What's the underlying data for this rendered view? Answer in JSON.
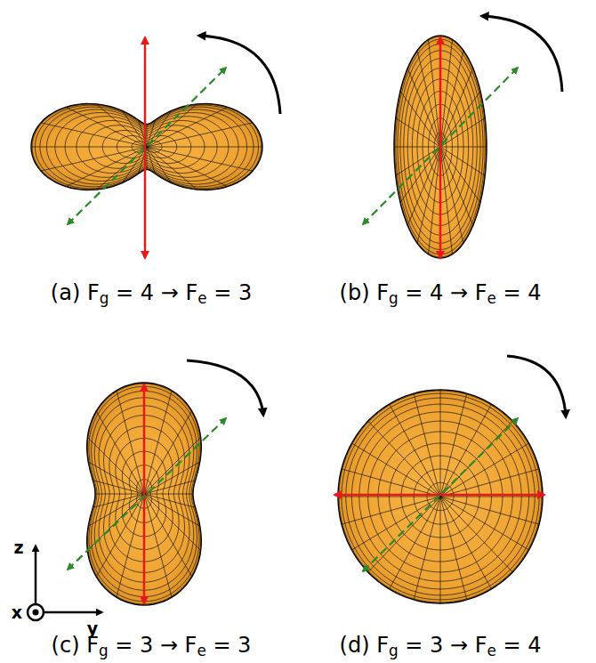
{
  "diagram": {
    "labels": [
      "(a) Fg = 4 → Fe = 3",
      "(b) Fg = 4 → Fe = 4",
      "(c) Fg = 3 → Fe = 3",
      "(d) Fg = 3 → Fe = 4",
      "z",
      "x",
      "y"
    ]
  }
}
